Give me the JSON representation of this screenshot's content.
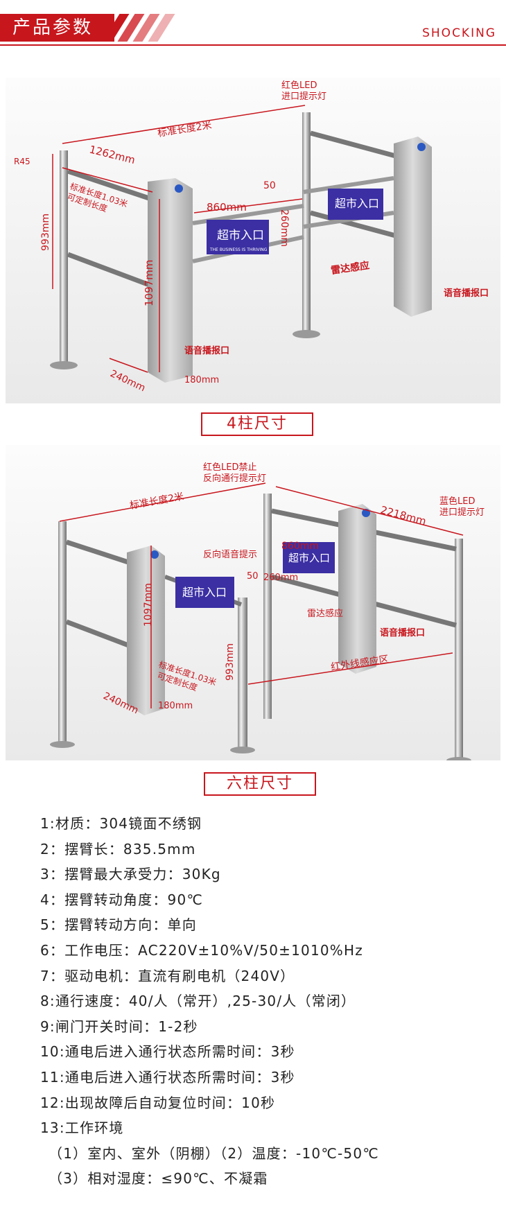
{
  "header": {
    "title": "产品参数",
    "brand": "SHOCKING",
    "accent_color": "#c8161d"
  },
  "figure1": {
    "caption": "4柱尺寸",
    "labels": {
      "led": "红色LED",
      "led2": "进口提示灯",
      "std_len": "标准长度2米",
      "r45": "R45",
      "d1262": "1262mm",
      "arm_len": "标准长度1.03米",
      "arm_len2": "可定制长度",
      "d860": "860mm",
      "d50": "50",
      "d260": "260mm",
      "d993": "993mm",
      "d1097": "1097mm",
      "radar": "雷达感应",
      "voice_right": "语音播报口",
      "voice_left": "语音播报口",
      "d240": "240mm",
      "d180": "180mm",
      "sign": "超市入口",
      "sign_sub": "THE BUSINESS IS THRIVING"
    }
  },
  "figure2": {
    "caption": "六柱尺寸",
    "labels": {
      "led_red": "红色LED禁止",
      "led_red2": "反向通行提示灯",
      "std_len": "标准长度2米",
      "d2218": "2218mm",
      "led_blue": "蓝色LED",
      "led_blue2": "进口提示灯",
      "reverse_voice": "反向语音提示",
      "d860": "860mm",
      "d50": "50",
      "d260": "260mm",
      "d1097": "1097mm",
      "radar": "雷达感应",
      "voice": "语音播报口",
      "d993": "993mm",
      "arm_len": "标准长度1.03米",
      "arm_len2": "可定制长度",
      "ir_zone": "红外线感应区",
      "d240": "240mm",
      "d180": "180mm",
      "sign": "超市入口"
    }
  },
  "specs": [
    "1:材质：304镜面不绣钢",
    "2：摆臂长：835.5mm",
    "3：摆臂最大承受力：30Kg",
    "4：摆臂转动角度：90℃",
    "5：摆臂转动方向：单向",
    "6：工作电压：AC220V±10%V/50±1010%Hz",
    "7：驱动电机：直流有刷电机（240V）",
    "8:通行速度：40/人（常开）,25-30/人（常闭）",
    "9:闸门开关时间：1-2秒",
    "10:通电后进入通行状态所需时间：3秒",
    "11:通电后进入通行状态所需时间：3秒",
    "12:出现故障后自动复位时间：10秒",
    "13:工作环境"
  ],
  "env": [
    "（1）室内、室外（阴棚）（2）温度：-10℃-50℃",
    "（3）相对湿度：≤90℃、不凝霜"
  ]
}
